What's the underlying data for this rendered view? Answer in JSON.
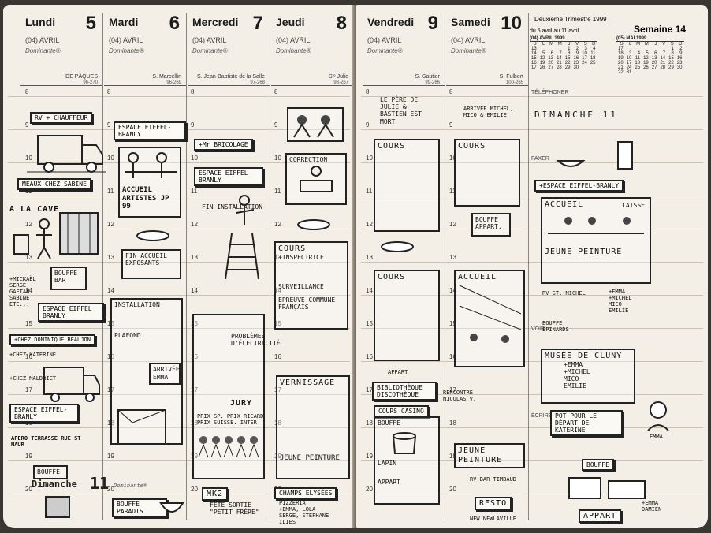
{
  "days": [
    {
      "name": "Lundi",
      "num": "5",
      "month": "(04) AVRIL",
      "dominante": "Dominante®",
      "saint": "DE PÂQUES",
      "code": "96-270"
    },
    {
      "name": "Mardi",
      "num": "6",
      "month": "(04) AVRIL",
      "dominante": "Dominante®",
      "saint": "S. Marcellin",
      "code": "96-269"
    },
    {
      "name": "Mercredi",
      "num": "7",
      "month": "(04) AVRIL",
      "dominante": "Dominante®",
      "saint": "S. Jean-Baptiste de la Salle",
      "code": "97-268"
    },
    {
      "name": "Jeudi",
      "num": "8",
      "month": "(04) AVRIL",
      "dominante": "Dominante®",
      "saint": "Sᵗᵉ Julie",
      "code": "98-267"
    },
    {
      "name": "Vendredi",
      "num": "9",
      "month": "(04) AVRIL",
      "dominante": "Dominante®",
      "saint": "S. Gautier",
      "code": "99-266"
    },
    {
      "name": "Samedi",
      "num": "10",
      "month": "(04) AVRIL",
      "dominante": "Dominante®",
      "saint": "S. Fulbert",
      "code": "100-265"
    }
  ],
  "sunday": {
    "name": "Dimanche",
    "num": "11",
    "dominante": "Dominante®"
  },
  "hours": [
    "8",
    "9",
    "10",
    "11",
    "12",
    "13",
    "14",
    "15",
    "16",
    "17",
    "18",
    "19",
    "20"
  ],
  "side": {
    "trimestre": "Deuxième Trimestre 1999",
    "range": "du 5 avril au 11 avril",
    "week": "Semaine 14",
    "cal1_title": "(04) AVRIL 1999",
    "cal2_title": "(05) MAI 1999",
    "weekdays": [
      "S",
      "L",
      "M",
      "M",
      "J",
      "V",
      "S",
      "D"
    ],
    "cal1": [
      [
        "13",
        "",
        "",
        "",
        "1",
        "2",
        "3",
        "4"
      ],
      [
        "14",
        "5",
        "6",
        "7",
        "8",
        "9",
        "10",
        "11"
      ],
      [
        "15",
        "12",
        "13",
        "14",
        "15",
        "16",
        "17",
        "18"
      ],
      [
        "16",
        "19",
        "20",
        "21",
        "22",
        "23",
        "24",
        "25"
      ],
      [
        "17",
        "26",
        "27",
        "28",
        "29",
        "30",
        "",
        ""
      ]
    ],
    "cal2": [
      [
        "17",
        "",
        "",
        "",
        "",
        "",
        "1",
        "2"
      ],
      [
        "18",
        "3",
        "4",
        "5",
        "6",
        "7",
        "8",
        "9"
      ],
      [
        "19",
        "10",
        "11",
        "12",
        "13",
        "14",
        "15",
        "16"
      ],
      [
        "20",
        "17",
        "18",
        "19",
        "20",
        "21",
        "22",
        "23"
      ],
      [
        "21",
        "24",
        "25",
        "26",
        "27",
        "28",
        "29",
        "30"
      ],
      [
        "22",
        "31",
        "",
        "",
        "",
        "",
        "",
        ""
      ]
    ],
    "telephoner": "TÉLÉPHONER",
    "faxer": "FAXER",
    "voir": "VOIR",
    "ecrire": "ÉCRIRE"
  },
  "notes": {
    "mon_rv": "RV + CHAUFFEUR",
    "mon_meaux": "MEAUX CHEZ SABINE",
    "mon_cave": "A LA CAVE",
    "mon_bouffe": "BOUFFE BAR",
    "mon_list": "+MICKAËL\nSERGE\nGAETAN\nSABINE\nETC...",
    "mon_espace": "ESPACE EIFFEL BRANLY",
    "mon_dom": "+CHEZ DOMINIQUE BEAUJON",
    "mon_kat": "+CHEZ KATERINE",
    "mon_mal": "+CHEZ MALDRIET",
    "mon_espace2": "ESPACE EIFFEL-BRANLY",
    "mon_apero": "APERO TERRASSE RUE ST MAUR",
    "mon_bouffe2": "BOUFFE",
    "tue_espace": "ESPACE EIFFEL-BRANLY",
    "tue_accueil": "ACCUEIL ARTISTES JP 99",
    "tue_fin": "FIN ACCUEIL EXPOSANTS",
    "tue_install": "INSTALLATION",
    "tue_plafond": "PLAFOND",
    "tue_arrivee": "ARRIVÉE EMMA",
    "tue_bouffe": "BOUFFE PARADIS",
    "wed_bric": "+Mr BRICOLAGE",
    "wed_espace": "ESPACE EIFFEL BRANLY",
    "wed_fin": "FIN INSTALLATION",
    "wed_prob": "PROBLÈMES D'ÉLECTRICITÉ",
    "wed_jury": "JURY",
    "wed_prix": "PRIX SP. PRIX RICARD\nPRIX SUISSE. INTER",
    "wed_mk2": "MK2",
    "wed_fete": "FÊTE SORTIE\n\"PETIT FRÈRE\"",
    "thu_correction": "CORRECTION",
    "thu_cours": "COURS",
    "thu_inspect": "+INSPECTRICE",
    "thu_surv": "SURVEILLANCE",
    "thu_epreuve": "EPREUVE COMMUNE FRANÇAIS",
    "thu_vern": "VERNISSAGE",
    "thu_jeune": "JEUNE PEINTURE",
    "thu_champs": "CHAMPS ELYSÉES",
    "thu_pizz": "PIZZERIA\n+EMMA, LOLA\nSERGE, STÉPHANE\nILIES",
    "fri_pere": "LE PÈRE DE JULIE & BASTIEN EST MORT",
    "fri_cours": "COURS",
    "fri_cours2": "COURS",
    "fri_appart": "APPART",
    "fri_biblio": "BIBLIOTHÈQUE DISCOTHÈQUE",
    "fri_casino": "COURS CASINO",
    "fri_bouffe": "BOUFFE",
    "fri_lapin": "LAPIN",
    "fri_appart2": "APPART",
    "sat_arrivee": "ARRIVÉE MICHEL, MICO & EMILIE",
    "sat_cours": "COURS",
    "sat_bouffe": "BOUFFE APPART.",
    "sat_accueil": "ACCUEIL",
    "sat_rencontre": "RENCONTRE NICOLAS V.",
    "sat_jeune": "JEUNE PEINTURE",
    "sat_rv": "RV BAR TIMBAUD",
    "sat_resto": "RESTO",
    "sat_new": "NEW NEWLAVILLE",
    "sun_title": "DIMANCHE 11",
    "sun_espace": "+ESPACE EIFFEL-BRANLY",
    "sun_accueil": "ACCUEIL",
    "sun_laisse": "LAISSE",
    "sun_jeune": "JEUNE PEINTURE",
    "sun_rv": "RV ST. MICHEL",
    "sun_list": "+EMMA\n+MICHEL\nMICO\nEMILIE",
    "sun_bouffe": "BOUFFE\nÉPINARDS",
    "sun_cluny": "MUSÉE DE CLUNY",
    "sun_list2": "+EMMA\n+MICHEL\nMICO\nEMILIE",
    "sun_pot": "POT POUR LE DÉPART DE KATERINE",
    "sun_emma": "EMMA",
    "sun_bouffe2": "BOUFFE",
    "sun_appart": "APPART",
    "sun_damien": "+EMMA\nDAMIEN"
  }
}
